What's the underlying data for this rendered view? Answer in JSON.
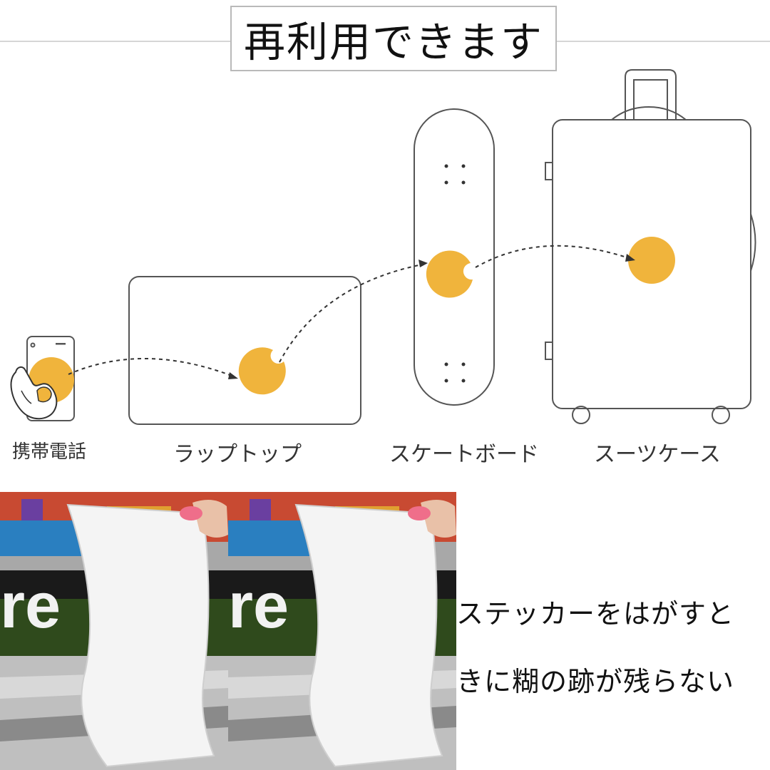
{
  "title": "再利用できます",
  "items": [
    {
      "label": "携帯電話"
    },
    {
      "label": "ラップトップ"
    },
    {
      "label": "スケートボード"
    },
    {
      "label": "スーツケース"
    }
  ],
  "photo_text": [
    "re",
    "re"
  ],
  "caption_lines": [
    "ステッカーをはがすと",
    "きに糊の跡が残らない"
  ],
  "colors": {
    "sticker": "#f0b43c",
    "outline": "#555555"
  }
}
